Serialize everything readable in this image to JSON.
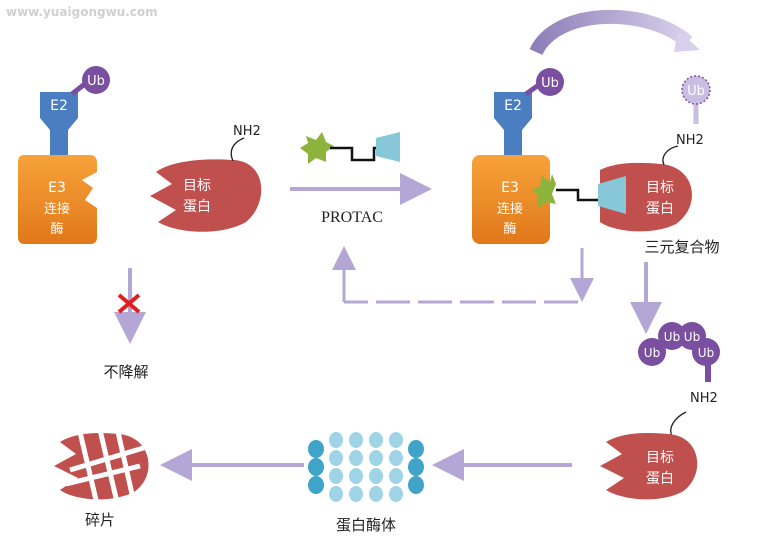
{
  "watermark": "www.yuaigongwu.com",
  "left_panel": {
    "e2_label": "E2",
    "ub_label": "Ub",
    "e3_label": "E3",
    "e3_line2": "连接",
    "e3_line3": "酶",
    "nh2_label": "NH2",
    "target_line1": "目标",
    "target_line2": "蛋白",
    "no_degradation": "不降解"
  },
  "protac": {
    "label": "PROTAC"
  },
  "ternary_complex": {
    "e2_label": "E2",
    "ub_label": "Ub",
    "e3_label": "E3",
    "e3_line2": "连接",
    "e3_line3": "酶",
    "ub_transfer_label": "Ub",
    "nh2_label": "NH2",
    "target_line1": "目标",
    "target_line2": "蛋白",
    "caption": "三元复合物"
  },
  "polyubiquitinated": {
    "ub_chain": [
      "Ub",
      "Ub",
      "Ub",
      "Ub"
    ],
    "nh2_label": "NH2",
    "target_line1": "目标",
    "target_line2": "蛋白"
  },
  "proteasome": {
    "label": "蛋白酶体"
  },
  "fragments": {
    "label": "碎片"
  },
  "colors": {
    "e3_orange": "#F08A1C",
    "e2_blue": "#4A7EC0",
    "ub_purple": "#7B4FA0",
    "target_red": "#C0504D",
    "arrow_lavender": "#B4A7D6",
    "proteasome_teal": "#5BB0D0",
    "protac_green": "#8DB33C",
    "protac_cyan": "#86C8D8"
  }
}
